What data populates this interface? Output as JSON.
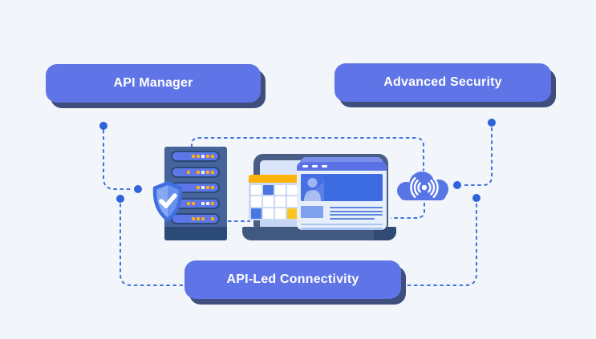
{
  "title": "API-Led Connectivity diagram",
  "colors": {
    "background": "#F2F6FB",
    "button_fill": "#5F74E6",
    "button_shadow": "#3F4E7C",
    "button_text": "#FFFFFF",
    "connector": "#4272DE",
    "connector_dot": "#2E63DB",
    "cal_header": "#FFB30A",
    "led_yellow": "#FFAD0D",
    "led_white": "#EFF4FB",
    "cell_blue": "#4B77E3",
    "cell_yellow": "#FCC41D",
    "cell_white": "#FFFFFF"
  },
  "buttons": [
    {
      "id": "api-manager",
      "label": "API Manager"
    },
    {
      "id": "advanced-security",
      "label": "Advanced Security"
    },
    {
      "id": "api-led-connectivity",
      "label": "API-Led Connectivity"
    }
  ],
  "illustration": {
    "server": {
      "icon": "server-rack",
      "slot_leds": [
        [
          "y",
          "y",
          "w",
          "y",
          "y"
        ],
        [
          "y",
          "_",
          "y",
          "w",
          "y",
          "y"
        ],
        [
          "y",
          "w",
          "y",
          "y"
        ],
        [
          "y",
          "y",
          "_",
          "w",
          "w",
          "y"
        ],
        [
          "y",
          "y",
          "y",
          "_",
          "y"
        ]
      ]
    },
    "shield": {
      "icon": "shield-check-icon"
    },
    "cloud": {
      "icon": "cloud-signal-icon"
    },
    "browser": {
      "icon": "user-icon",
      "window_dash_count": 3
    },
    "calendar": {
      "rows": 3,
      "cols": 4,
      "highlighted_cells": [
        {
          "row": 0,
          "col": 1,
          "color": "blue"
        },
        {
          "row": 2,
          "col": 0,
          "color": "blue"
        },
        {
          "row": 2,
          "col": 3,
          "color": "yellow"
        }
      ]
    }
  }
}
